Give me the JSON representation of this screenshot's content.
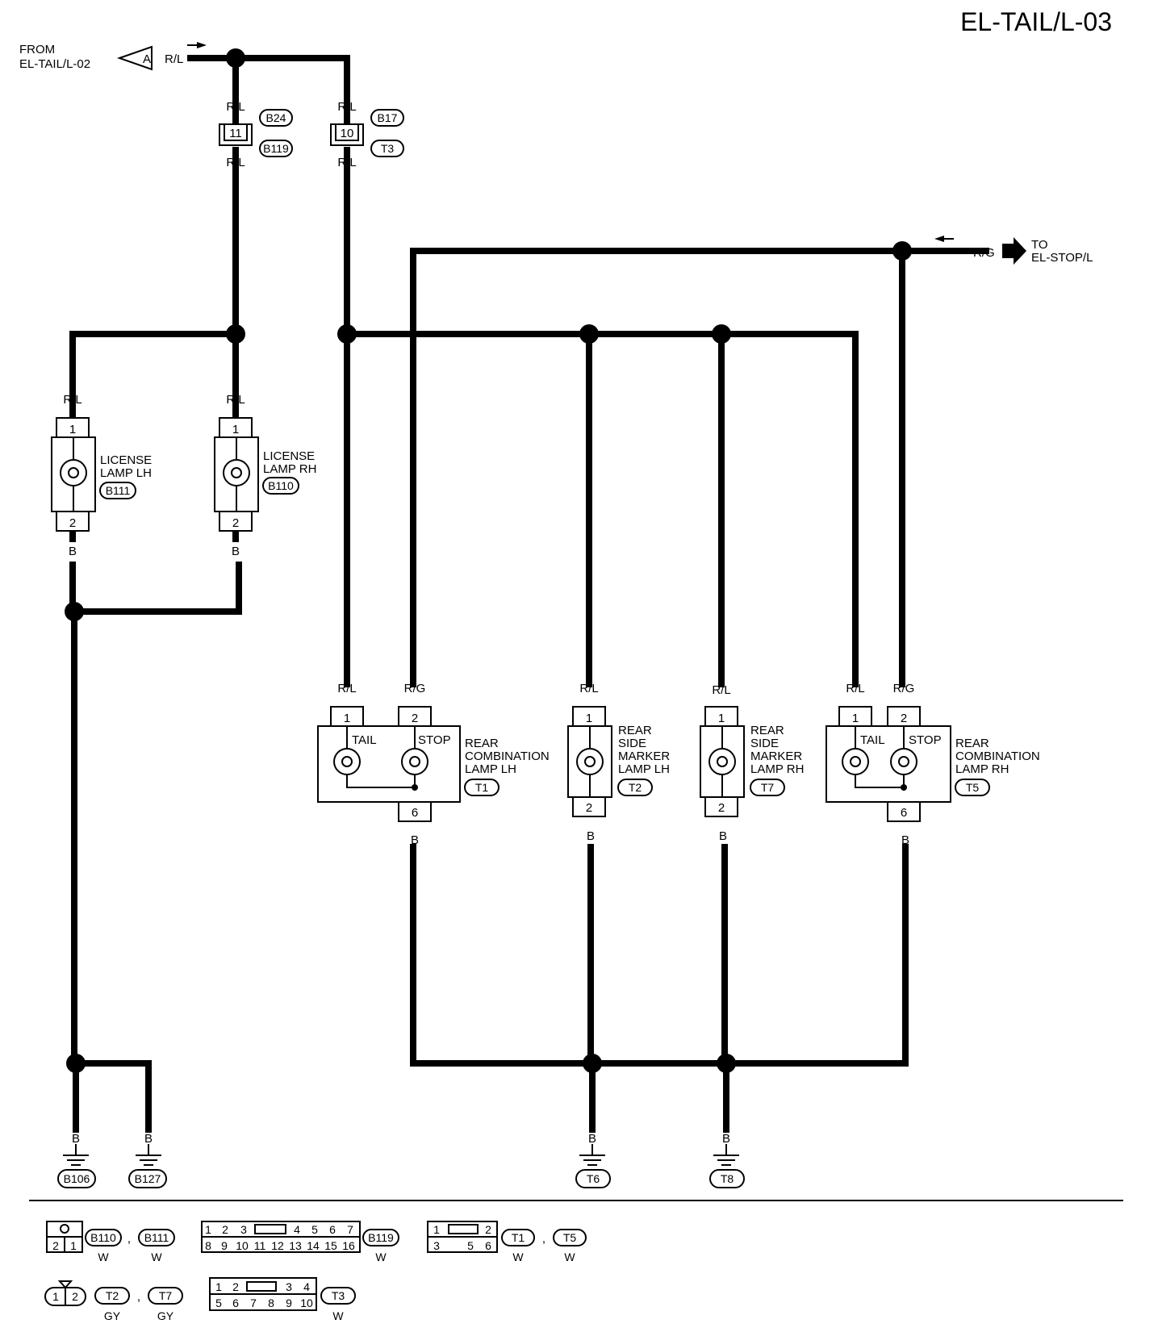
{
  "page_code": "EL-TAIL/L-03",
  "from_ref": {
    "line1": "FROM",
    "line2": "EL-TAIL/L-02",
    "connector": "A",
    "wire": "R/L"
  },
  "to_ref": {
    "line1": "TO",
    "line2": "EL-STOP/L",
    "wire": "R/G"
  },
  "wires": {
    "rl": "R/L",
    "rg": "R/G",
    "b": "B"
  },
  "harness_connectors": [
    {
      "pin": "11",
      "top": "B24",
      "bottom": "B119"
    },
    {
      "pin": "10",
      "top": "B17",
      "bottom": "T3"
    }
  ],
  "lamps": {
    "license_lh": {
      "line1": "LICENSE",
      "line2": "LAMP LH",
      "connector": "B111",
      "pin_top": "1",
      "pin_bottom": "2"
    },
    "license_rh": {
      "line1": "LICENSE",
      "line2": "LAMP RH",
      "connector": "B110",
      "pin_top": "1",
      "pin_bottom": "2"
    },
    "comb_lh": {
      "line1": "REAR",
      "line2": "COMBINATION",
      "line3": "LAMP LH",
      "connector": "T1",
      "pin_tail": "1",
      "pin_stop": "2",
      "pin_gnd": "6",
      "tail": "TAIL",
      "stop": "STOP"
    },
    "side_lh": {
      "line1": "REAR",
      "line2": "SIDE",
      "line3": "MARKER",
      "line4": "LAMP LH",
      "connector": "T2",
      "pin_top": "1",
      "pin_bottom": "2"
    },
    "side_rh": {
      "line1": "REAR",
      "line2": "SIDE",
      "line3": "MARKER",
      "line4": "LAMP RH",
      "connector": "T7",
      "pin_top": "1",
      "pin_bottom": "2"
    },
    "comb_rh": {
      "line1": "REAR",
      "line2": "COMBINATION",
      "line3": "LAMP RH",
      "connector": "T5",
      "pin_tail": "1",
      "pin_stop": "2",
      "pin_gnd": "6",
      "tail": "TAIL",
      "stop": "STOP"
    }
  },
  "grounds": [
    "B106",
    "B127",
    "T6",
    "T8"
  ],
  "legend": {
    "b110": "B110",
    "b111": "B111",
    "b119": "B119",
    "t1": "T1",
    "t5": "T5",
    "t2": "T2",
    "t7": "T7",
    "t3": "T3",
    "comma": ",",
    "w": "W",
    "gy": "GY",
    "pins_2": [
      "2",
      "1"
    ],
    "pins_16_top": [
      "1",
      "2",
      "3",
      "4",
      "5",
      "6",
      "7"
    ],
    "pins_16_bottom": [
      "8",
      "9",
      "10",
      "11",
      "12",
      "13",
      "14",
      "15",
      "16"
    ],
    "pins_6_top": [
      "1",
      "2"
    ],
    "pins_6_bottom": [
      "3",
      "5",
      "6"
    ],
    "pins_10_top": [
      "1",
      "2",
      "3",
      "4"
    ],
    "pins_10_bottom": [
      "5",
      "6",
      "7",
      "8",
      "9",
      "10"
    ]
  }
}
